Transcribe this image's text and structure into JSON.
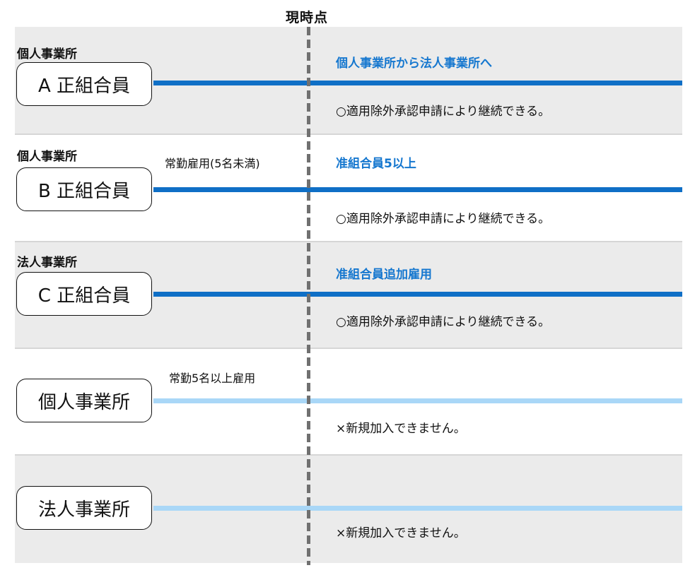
{
  "header": {
    "current_point": "現時点"
  },
  "rows": [
    {
      "category": "個人事業所",
      "box": "A 正組合員",
      "condition": "",
      "title": "個人事業所から法人事業所へ",
      "note": "○適用除外承認申請により継続できる。",
      "line_style": "dark"
    },
    {
      "category": "個人事業所",
      "box": "B 正組合員",
      "condition": "常勤雇用(5名未満)",
      "title": "准組合員5以上",
      "note": "○適用除外承認申請により継続できる。",
      "line_style": "dark"
    },
    {
      "category": "法人事業所",
      "box": "C 正組合員",
      "condition": "",
      "title": "准組合員追加雇用",
      "note": "○適用除外承認申請により継続できる。",
      "line_style": "dark"
    },
    {
      "category": "",
      "box": "個人事業所",
      "condition": "常勤5名以上雇用",
      "title": "",
      "note": "×新規加入できません。",
      "line_style": "light"
    },
    {
      "category": "",
      "box": "法人事業所",
      "condition": "",
      "title": "",
      "note": "×新規加入できません。",
      "line_style": "light"
    }
  ],
  "colors": {
    "accent_blue": "#0f6fc6",
    "light_blue": "#a9d7f7",
    "title_blue": "#1577cf",
    "band_gray": "#ebebeb"
  }
}
